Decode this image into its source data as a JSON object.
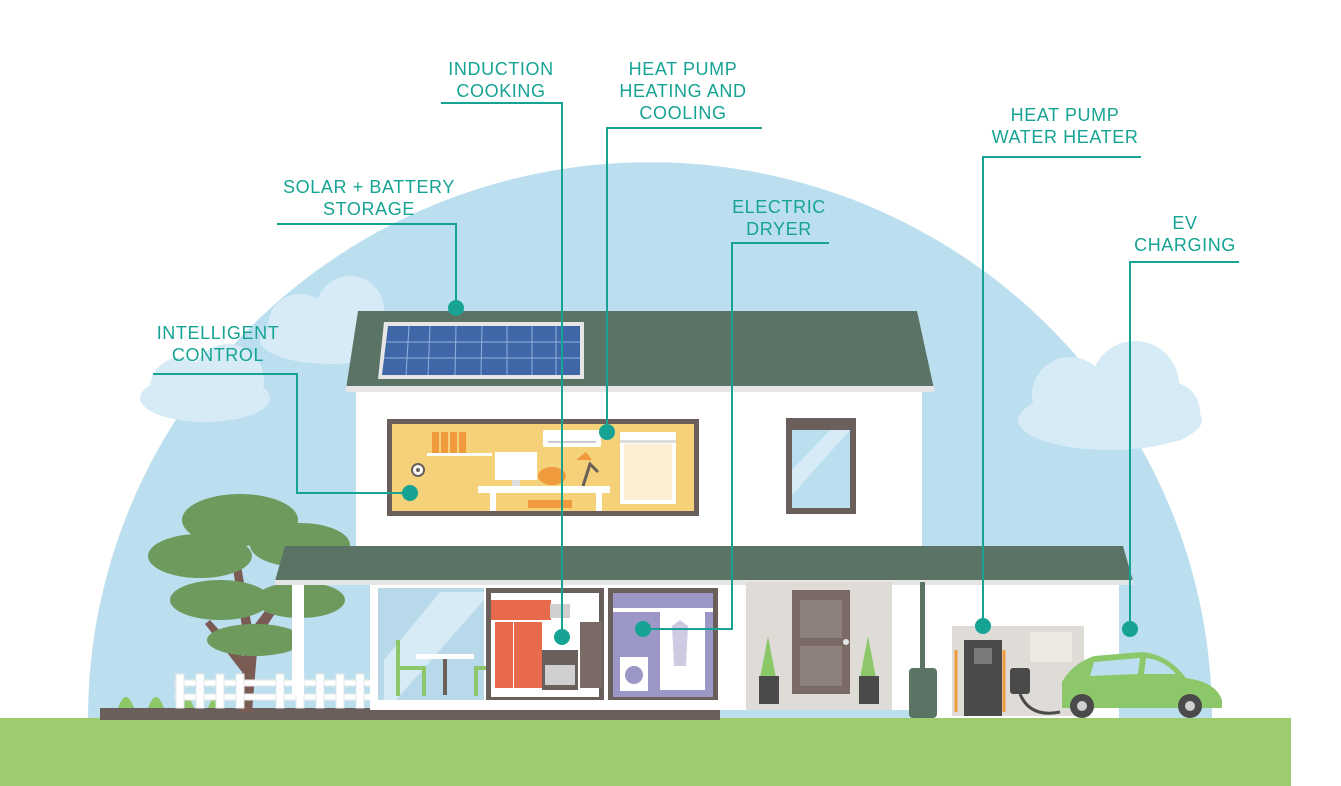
{
  "colors": {
    "teal": "#16a394",
    "dome": "#bcdff0",
    "cloud": "#d6ebf5",
    "roof": "#5b7365",
    "wall": "#ffffff",
    "grass": "#9fcb6f",
    "car": "#8cc76a",
    "room_yellow": "#f5d27a"
  },
  "callouts": {
    "induction": [
      "INDUCTION",
      "COOKING"
    ],
    "heat_pump_hvac": [
      "HEAT PUMP",
      "HEATING AND",
      "COOLING"
    ],
    "solar": [
      "SOLAR + BATTERY",
      "STORAGE"
    ],
    "dryer": [
      "ELECTRIC",
      "DRYER"
    ],
    "water_heater": [
      "HEAT PUMP",
      "WATER HEATER"
    ],
    "ev": [
      "EV",
      "CHARGING"
    ],
    "control": [
      "INTELLIGENT",
      "CONTROL"
    ]
  },
  "icons": [
    "solar-panel-icon",
    "heat-pump-unit-icon",
    "thermostat-icon",
    "induction-range-icon",
    "washing-machine-icon",
    "ev-charger-icon",
    "electric-car-icon",
    "tree-icon",
    "potted-plant-icon"
  ]
}
